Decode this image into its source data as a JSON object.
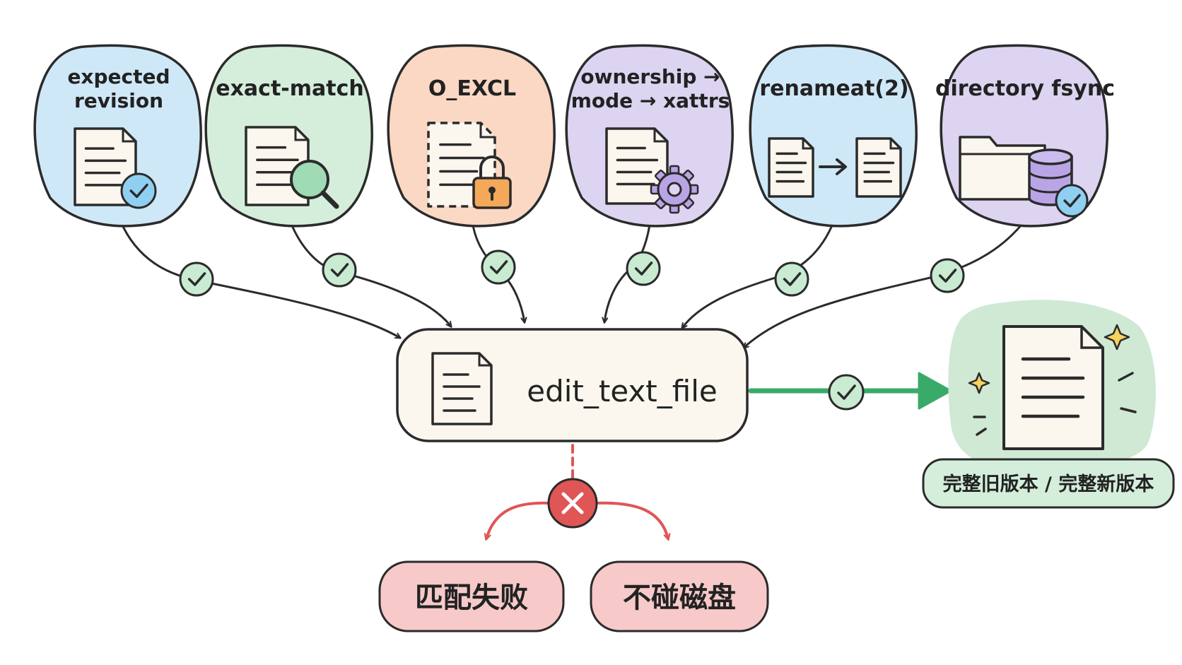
{
  "colors": {
    "blue": "#cfe8f8",
    "green": "#d4eedb",
    "orange": "#fbd8c4",
    "purple": "#ddd4f1",
    "center": "#fbf7ef",
    "ok": "#3aaa6a",
    "ok_fill": "#c8ebd2",
    "error": "#e05555",
    "error_fill": "#f7c9c9",
    "result_fill": "#cfe9d4",
    "stroke": "#2b2b2b"
  },
  "inputs": [
    {
      "lines": [
        "expected",
        "revision"
      ],
      "icon": "document-check-icon",
      "color": "blue"
    },
    {
      "lines": [
        "exact-match"
      ],
      "icon": "document-magnifier-icon",
      "color": "green"
    },
    {
      "lines": [
        "O_EXCL"
      ],
      "icon": "dashed-document-lock-icon",
      "color": "orange"
    },
    {
      "lines": [
        "ownership →",
        "mode → xattrs"
      ],
      "icon": "document-gear-icon",
      "color": "purple"
    },
    {
      "lines": [
        "renameat(2)"
      ],
      "icon": "document-arrow-document-icon",
      "color": "blue"
    },
    {
      "lines": [
        "directory fsync"
      ],
      "icon": "folder-database-check-icon",
      "color": "purple"
    }
  ],
  "center": {
    "label": "edit_text_file",
    "icon": "document-icon"
  },
  "result": {
    "label": "完整旧版本 / 完整新版本",
    "icon": "sparkling-document-icon"
  },
  "failure": {
    "icon": "x-circle-icon",
    "outcomes": [
      "匹配失败",
      "不碰磁盘"
    ]
  }
}
